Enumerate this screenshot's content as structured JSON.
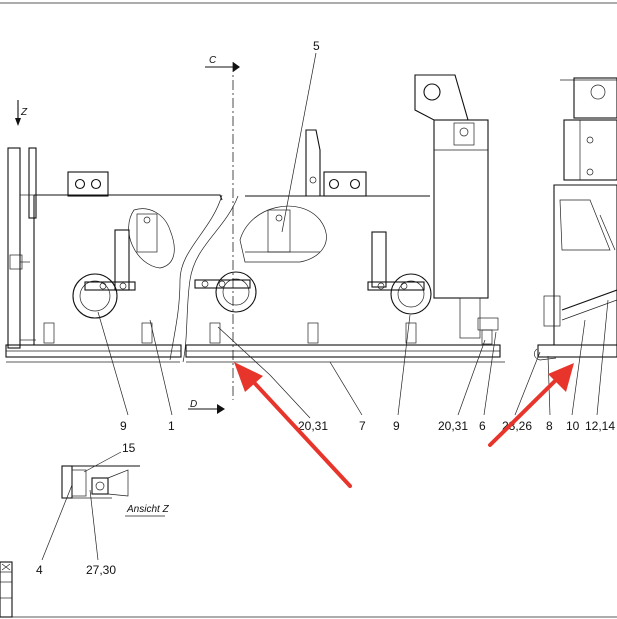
{
  "labels": {
    "section_c": "C",
    "section_d": "D",
    "axis_z": "Z",
    "view_caption": "Ansicht  Z"
  },
  "callouts": {
    "p1": "1",
    "p4": "4",
    "p5": "5",
    "p6": "6",
    "p7": "7",
    "p8": "8",
    "p9a": "9",
    "p9b": "9",
    "p10": "10",
    "p12_14": "12,14",
    "p15": "15",
    "p20_31a": "20,31",
    "p20_31b": "20,31",
    "p23_26": "23,26",
    "p27_30": "27,30"
  },
  "colors": {
    "line": "#111111",
    "arrow": "#e8352b"
  }
}
